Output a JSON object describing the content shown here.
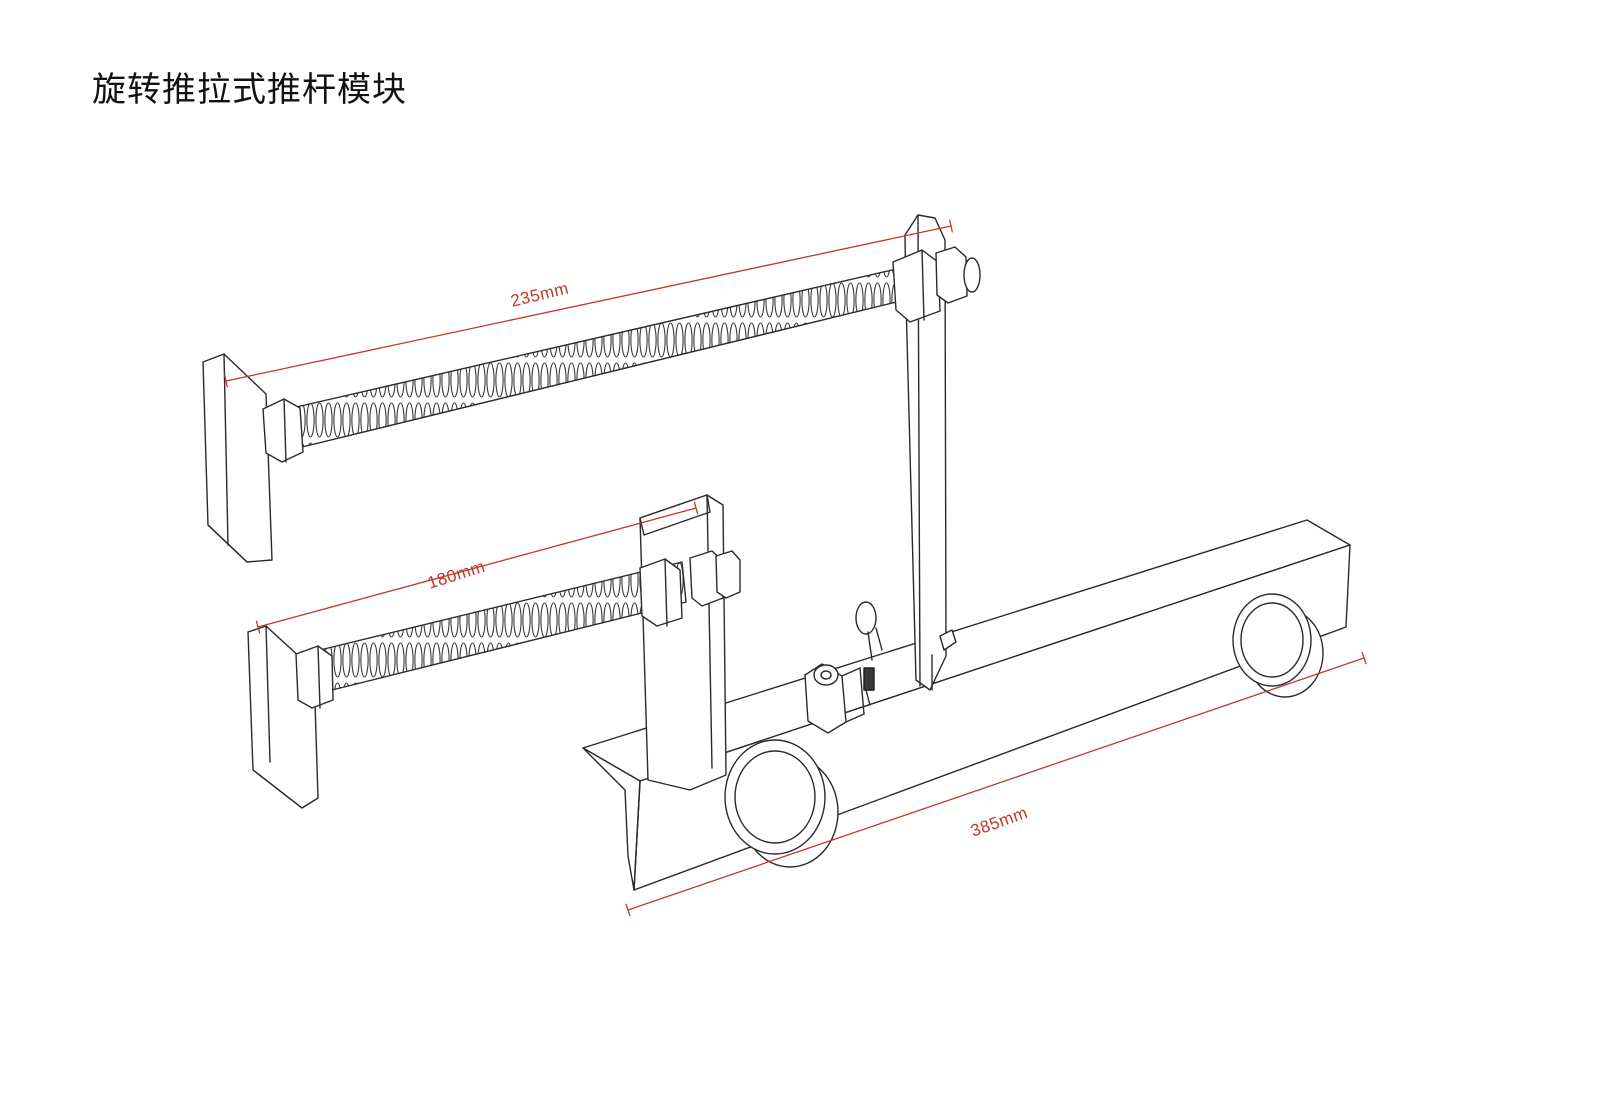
{
  "title": "旋转推拉式推杆模块",
  "dimensions": {
    "upper_rod": "235mm",
    "lower_rod": "180mm",
    "base_beam": "385mm"
  },
  "colors": {
    "line": "#2a2a2a",
    "dimension": "#c0392b",
    "fill": "#ffffff"
  }
}
